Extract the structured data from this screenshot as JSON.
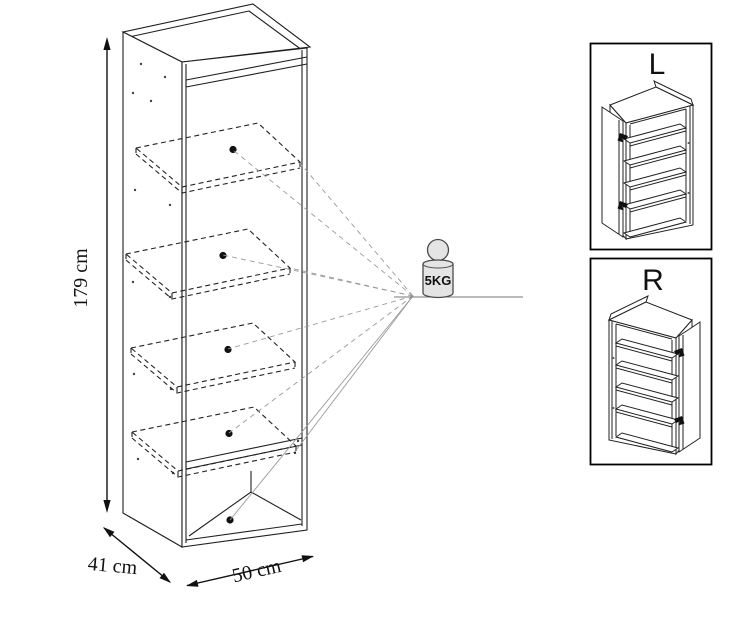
{
  "cabinet": {
    "height_label": "179 cm",
    "depth_label": "41 cm",
    "width_label": "50 cm",
    "adjustable_shelf_count": 4,
    "fixed_bottom_shelf_count": 1
  },
  "load": {
    "label": "5KG"
  },
  "variants": {
    "left_label": "L",
    "right_label": "R"
  },
  "colors": {
    "background": "#ffffff",
    "line": "#1f1f1f",
    "pointer_line": "#9b9b9b",
    "weight_fill": "#e4e4e4",
    "weight_stroke": "#4a4a4a",
    "frame_border": "#000000",
    "dot": "#111111"
  }
}
